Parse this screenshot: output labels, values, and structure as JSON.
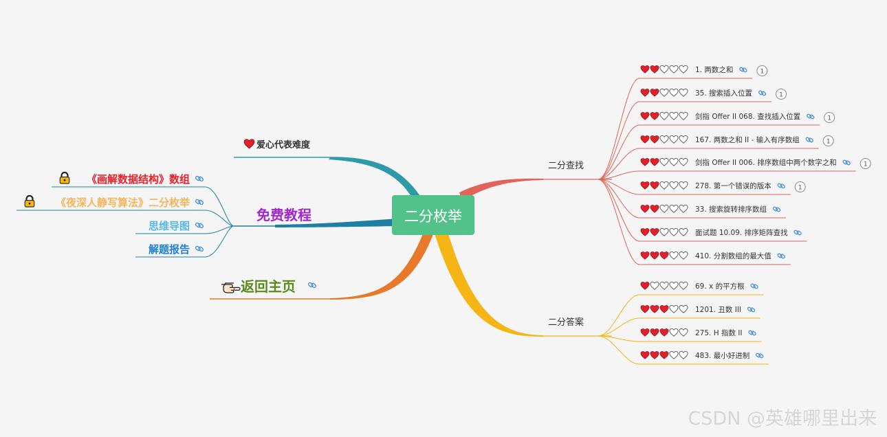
{
  "root": {
    "label": "二分枚举",
    "color": "#52c18a"
  },
  "colors": {
    "teal": "#2e9aa8",
    "blueDark": "#1e7fa2",
    "orange": "#e8782a",
    "yellow": "#f5b514",
    "red": "#e0645a",
    "heart": "#e0212b",
    "heartOutline": "#555555",
    "link": "#4a90d9"
  },
  "left": {
    "legend": {
      "label": "爱心代表难度",
      "icon": "heart-icon"
    },
    "tutorials": {
      "label": "免费教程",
      "color": "#a028cc",
      "items": [
        {
          "label": "《画解数据结构》数组",
          "color": "#e8202a",
          "icon": "lock-icon"
        },
        {
          "label": "《夜深人静写算法》二分枚举",
          "color": "#f5b55a",
          "icon": "lock-icon"
        },
        {
          "label": "思维导图",
          "color": "#5ab8e8",
          "icon": ""
        },
        {
          "label": "解题报告",
          "color": "#1e7fd8",
          "icon": ""
        }
      ]
    },
    "home": {
      "label": "返回主页",
      "color": "#5a8a1a",
      "icon": "pointing-hand-icon"
    }
  },
  "right": {
    "search": {
      "label": "二分查找",
      "items": [
        {
          "hearts": 2,
          "label": "1. 两数之和",
          "badge": "1"
        },
        {
          "hearts": 2,
          "label": "35. 搜索插入位置",
          "badge": "1"
        },
        {
          "hearts": 2,
          "label": "剑指 Offer II 068. 查找插入位置",
          "badge": "1"
        },
        {
          "hearts": 2,
          "label": "167. 两数之和 II - 输入有序数组",
          "badge": "1"
        },
        {
          "hearts": 2,
          "label": "剑指 Offer II 006. 排序数组中两个数字之和",
          "badge": "1"
        },
        {
          "hearts": 2,
          "label": "278. 第一个错误的版本",
          "badge": "1"
        },
        {
          "hearts": 2,
          "label": "33. 搜索旋转排序数组",
          "badge": ""
        },
        {
          "hearts": 2,
          "label": "面试题 10.09. 排序矩阵查找",
          "badge": ""
        },
        {
          "hearts": 3,
          "label": "410. 分割数组的最大值",
          "badge": ""
        }
      ]
    },
    "answer": {
      "label": "二分答案",
      "items": [
        {
          "hearts": 1,
          "label": "69. x 的平方根",
          "badge": ""
        },
        {
          "hearts": 3,
          "label": "1201. 丑数 III",
          "badge": ""
        },
        {
          "hearts": 3,
          "label": "275. H 指数 II",
          "badge": ""
        },
        {
          "hearts": 3,
          "label": "483. 最小好进制",
          "badge": ""
        }
      ]
    }
  },
  "watermark": "CSDN @英雄哪里出来"
}
